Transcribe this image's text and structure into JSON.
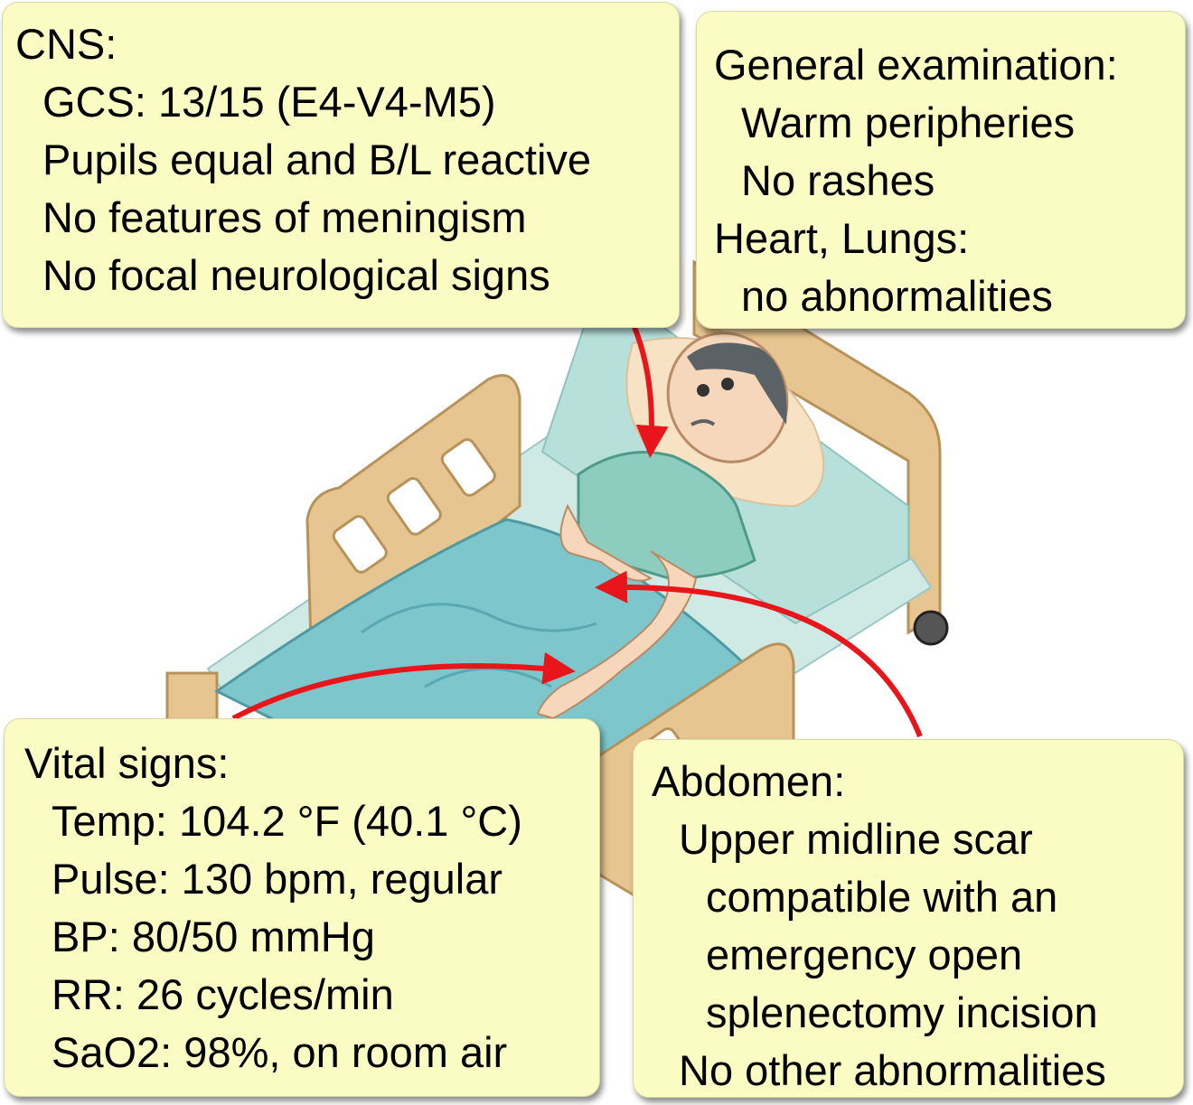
{
  "cns": {
    "title": "CNS:",
    "items": [
      "GCS: 13/15 (E4-V4-M5)",
      "Pupils equal and B/L reactive",
      "No features of meningism",
      "No focal neurological signs"
    ]
  },
  "general": {
    "title": "General examination:",
    "items": [
      "Warm peripheries",
      "No rashes"
    ],
    "subtitle": "Heart, Lungs:",
    "subitems": [
      "no abnormalities"
    ]
  },
  "vitals": {
    "title": "Vital signs:",
    "items": [
      "Temp: 104.2 °F (40.1 °C)",
      "Pulse: 130 bpm, regular",
      "BP: 80/50 mmHg",
      "RR: 26 cycles/min",
      "SaO2: 98%, on room air"
    ]
  },
  "abdomen": {
    "title": "Abdomen:",
    "items": [
      "Upper midline scar",
      "compatible with an",
      "emergency open",
      "splenectomy incision",
      "No other abnormalities"
    ]
  },
  "colors": {
    "box_fill": "#fbfbc4",
    "arrow": "#e8161b",
    "bed_wood": "#e7c590",
    "sheet": "#7cc6cc",
    "gown": "#8ccdbf",
    "skin": "#f6d7bb"
  }
}
